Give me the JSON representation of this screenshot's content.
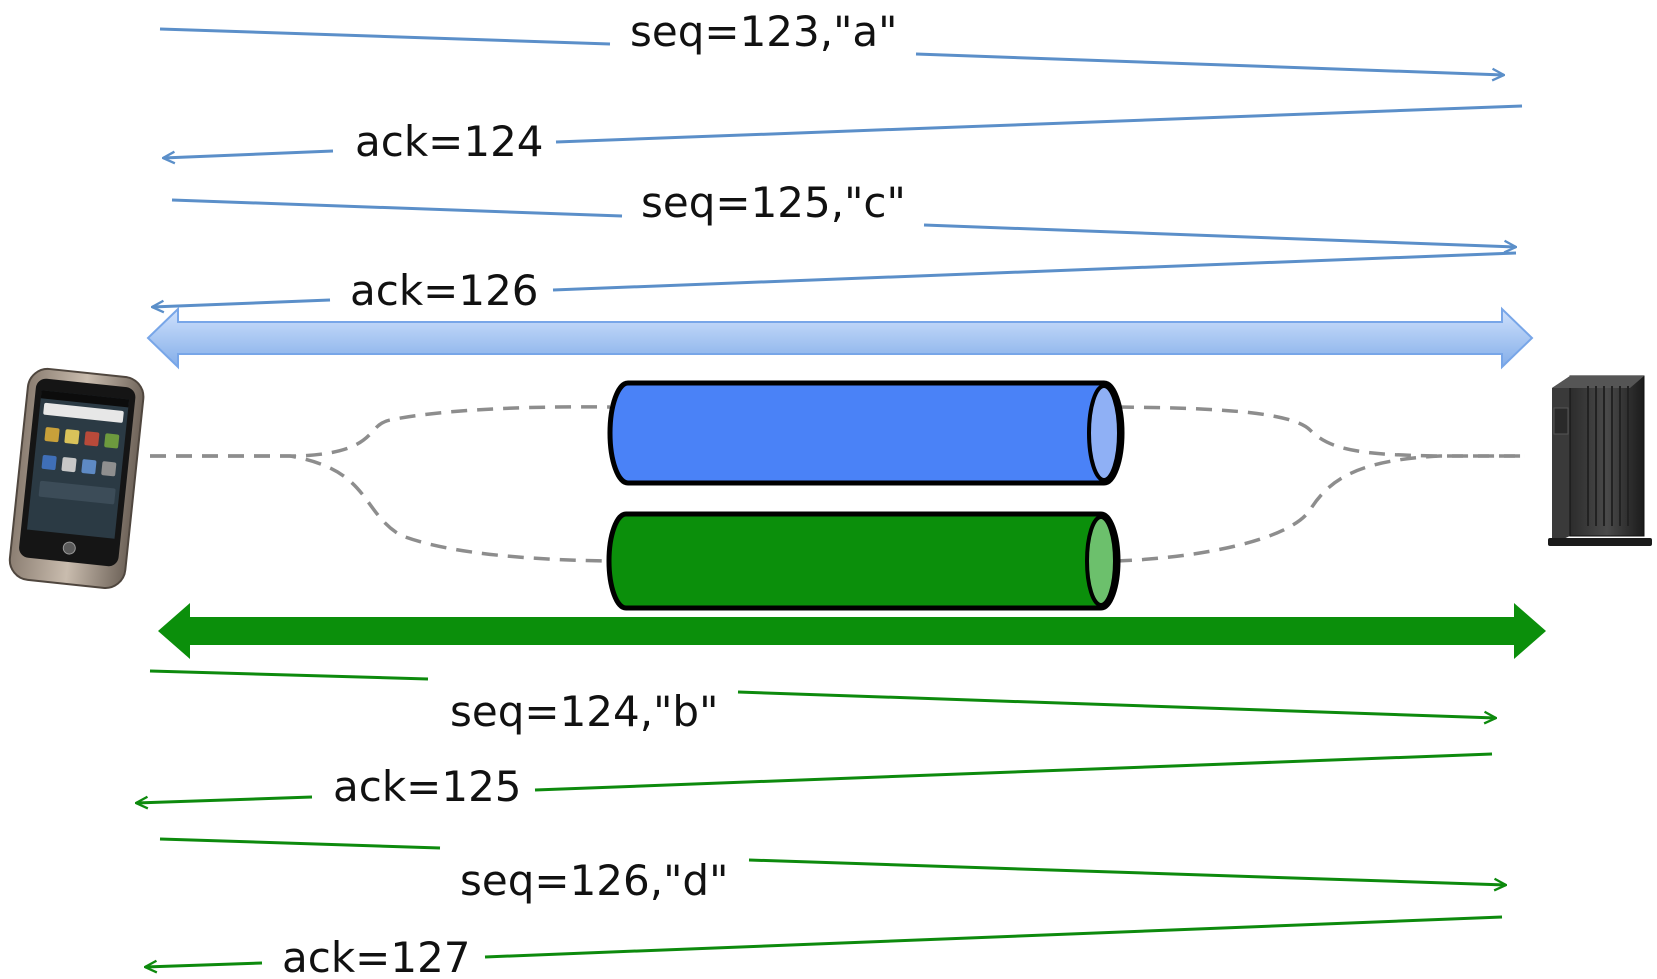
{
  "colors": {
    "blue_line": "#5b8fc9",
    "blue_pipe": "#4a82f7",
    "blue_pipe_cap": "#8fb0f5",
    "blue_band_light": "#b9d4fb",
    "blue_band_dark": "#78a6e8",
    "green_line": "#0d8a0d",
    "green_pipe": "#0b8f0b",
    "green_pipe_cap": "#6cc06c",
    "dashed": "#8d8d8d",
    "text": "#111111"
  },
  "icons": {
    "client": "smartphone-icon",
    "server": "tower-server-icon"
  },
  "blue_messages": [
    {
      "label": "seq=123,\"a\"",
      "direction": "to-server"
    },
    {
      "label": "ack=124",
      "direction": "to-client"
    },
    {
      "label": "seq=125,\"c\"",
      "direction": "to-server"
    },
    {
      "label": "ack=126",
      "direction": "to-client"
    }
  ],
  "green_messages": [
    {
      "label": "seq=124,\"b\"",
      "direction": "to-server"
    },
    {
      "label": "ack=125",
      "direction": "to-client"
    },
    {
      "label": "seq=126,\"d\"",
      "direction": "to-server"
    },
    {
      "label": "ack=127",
      "direction": "to-client"
    }
  ]
}
